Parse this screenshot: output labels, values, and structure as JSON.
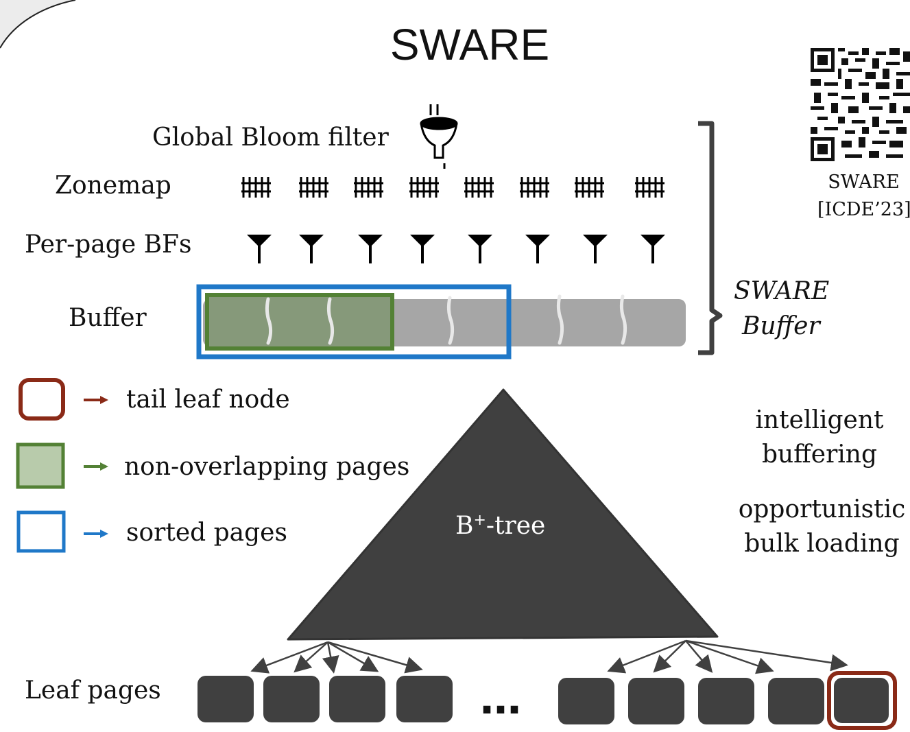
{
  "title": "SWARE",
  "layers": {
    "global_bloom_filter": "Global Bloom filter",
    "zonemap": "Zonemap",
    "per_page_bfs": "Per-page BFs",
    "buffer": "Buffer"
  },
  "bracket_label": {
    "line1": "SWARE",
    "line2": "Buffer"
  },
  "reference": {
    "name": "SWARE",
    "venue": "[ICDE’23]"
  },
  "legend": [
    {
      "label": "tail leaf node",
      "color": "#8a2a17"
    },
    {
      "label": "non-overlapping pages",
      "color": "#538135"
    },
    {
      "label": "sorted pages",
      "color": "#1f78c8"
    }
  ],
  "features": [
    {
      "line1": "intelligent",
      "line2": "buffering"
    },
    {
      "line1": "opportunistic",
      "line2": "bulk loading"
    }
  ],
  "tree": {
    "label_base": "B",
    "label_sup": "+",
    "label_rest": "-tree"
  },
  "leaf_pages_label": "Leaf pages",
  "ellipsis": "…",
  "colors": {
    "dark": "#404040",
    "buffer_gray": "#a6a6a6",
    "green_fill": "#86997a",
    "green_border": "#538135",
    "blue_border": "#1f78c8",
    "red_border": "#8a2a17"
  }
}
